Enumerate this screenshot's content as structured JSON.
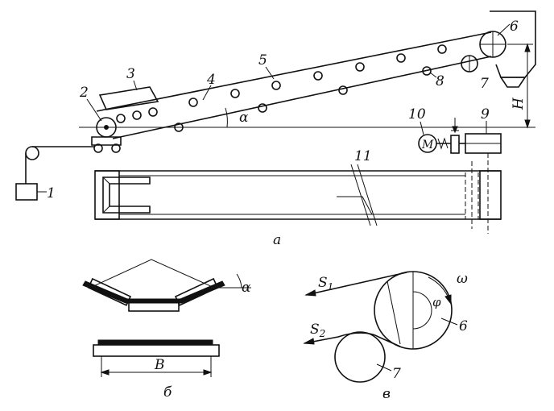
{
  "labels": {
    "n1": "1",
    "n2": "2",
    "n3": "3",
    "n4": "4",
    "n5": "5",
    "n6": "6",
    "n7": "7",
    "n8": "8",
    "n9": "9",
    "n10": "10",
    "n11": "11",
    "alpha": "α",
    "H": "H",
    "M": "M",
    "view_a": "а",
    "alpha_b": "α",
    "B": "B",
    "view_b": "б",
    "S1": "S",
    "S1_sub": "1",
    "S2": "S",
    "S2_sub": "2",
    "omega": "ω",
    "phi": "φ",
    "n6c": "6",
    "n7c": "7",
    "view_c": "в"
  }
}
